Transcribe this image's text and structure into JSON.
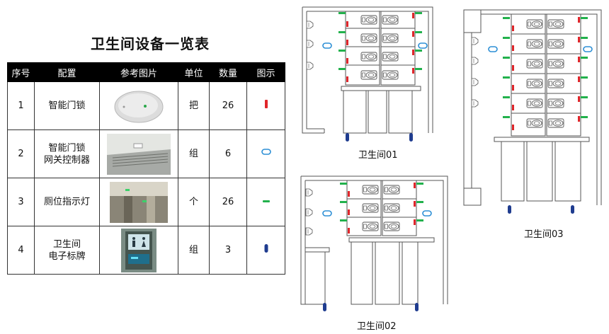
{
  "title": "卫生间设备一览表",
  "table": {
    "headers": [
      "序号",
      "配置",
      "参考图片",
      "单位",
      "数量",
      "图示"
    ],
    "rows": [
      {
        "no": "1",
        "config": [
          "智能门锁"
        ],
        "unit": "把",
        "qty": "26",
        "icon": "red-bar-icon"
      },
      {
        "no": "2",
        "config": [
          "智能门锁",
          "网关控制器"
        ],
        "unit": "组",
        "qty": "6",
        "icon": "blue-rounded-rect-icon"
      },
      {
        "no": "3",
        "config": [
          "厕位指示灯"
        ],
        "unit": "个",
        "qty": "26",
        "icon": "green-dash-icon"
      },
      {
        "no": "4",
        "config": [
          "卫生间",
          "电子标牌"
        ],
        "unit": "组",
        "qty": "3",
        "icon": "navy-oval-icon"
      }
    ]
  },
  "plans": {
    "p1": "卫生间01",
    "p2": "卫生间02",
    "p3": "卫生间03"
  },
  "colors": {
    "lock": "#e0262b",
    "gateway": "#2d8fd5",
    "indicator": "#22b14c",
    "sign": "#1f3c8f"
  }
}
